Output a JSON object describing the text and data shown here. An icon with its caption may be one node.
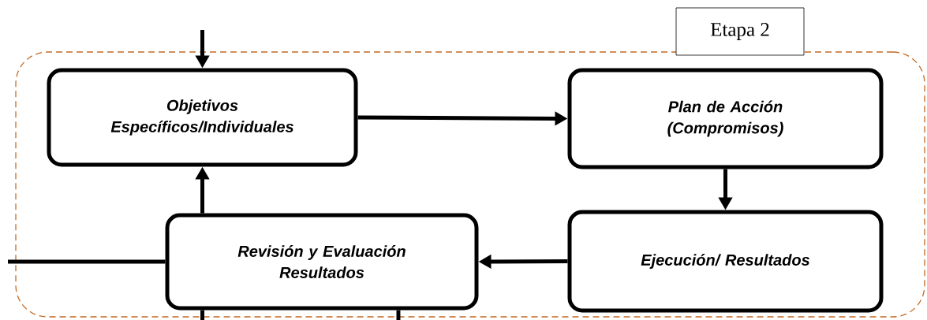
{
  "diagram": {
    "nodes": [
      {
        "text": [],
        "shape": "box"
      },
      {
        "text": [
          "Etapa 2"
        ]
      },
      {
        "text": [
          "Objetivos Específicos/Individuales"
        ],
        "in": 0
      },
      {
        "text": [
          "Plan de Acción (Compromisos)"
        ],
        "in": 0
      },
      {
        "text": [
          "Ejecución/ Resultados"
        ],
        "in": 0
      },
      {
        "text": [
          "Revisión y Evaluación Resultados"
        ],
        "in": 0
      }
    ],
    "edges": [
      {
        "from": null,
        "to": 2,
        "arrow": "to"
      },
      {
        "from": 2,
        "to": 3,
        "arrow": "to"
      },
      {
        "from": 3,
        "to": 4,
        "arrow": "to"
      },
      {
        "from": 4,
        "to": 5,
        "arrow": "to"
      },
      {
        "from": 5,
        "to": 2,
        "arrow": "to"
      },
      {
        "from": 5,
        "to": null,
        "arrow": "none"
      },
      {
        "from": 5,
        "to": null,
        "arrow": "none"
      },
      {
        "from": 5,
        "to": null,
        "arrow": "none"
      }
    ]
  }
}
